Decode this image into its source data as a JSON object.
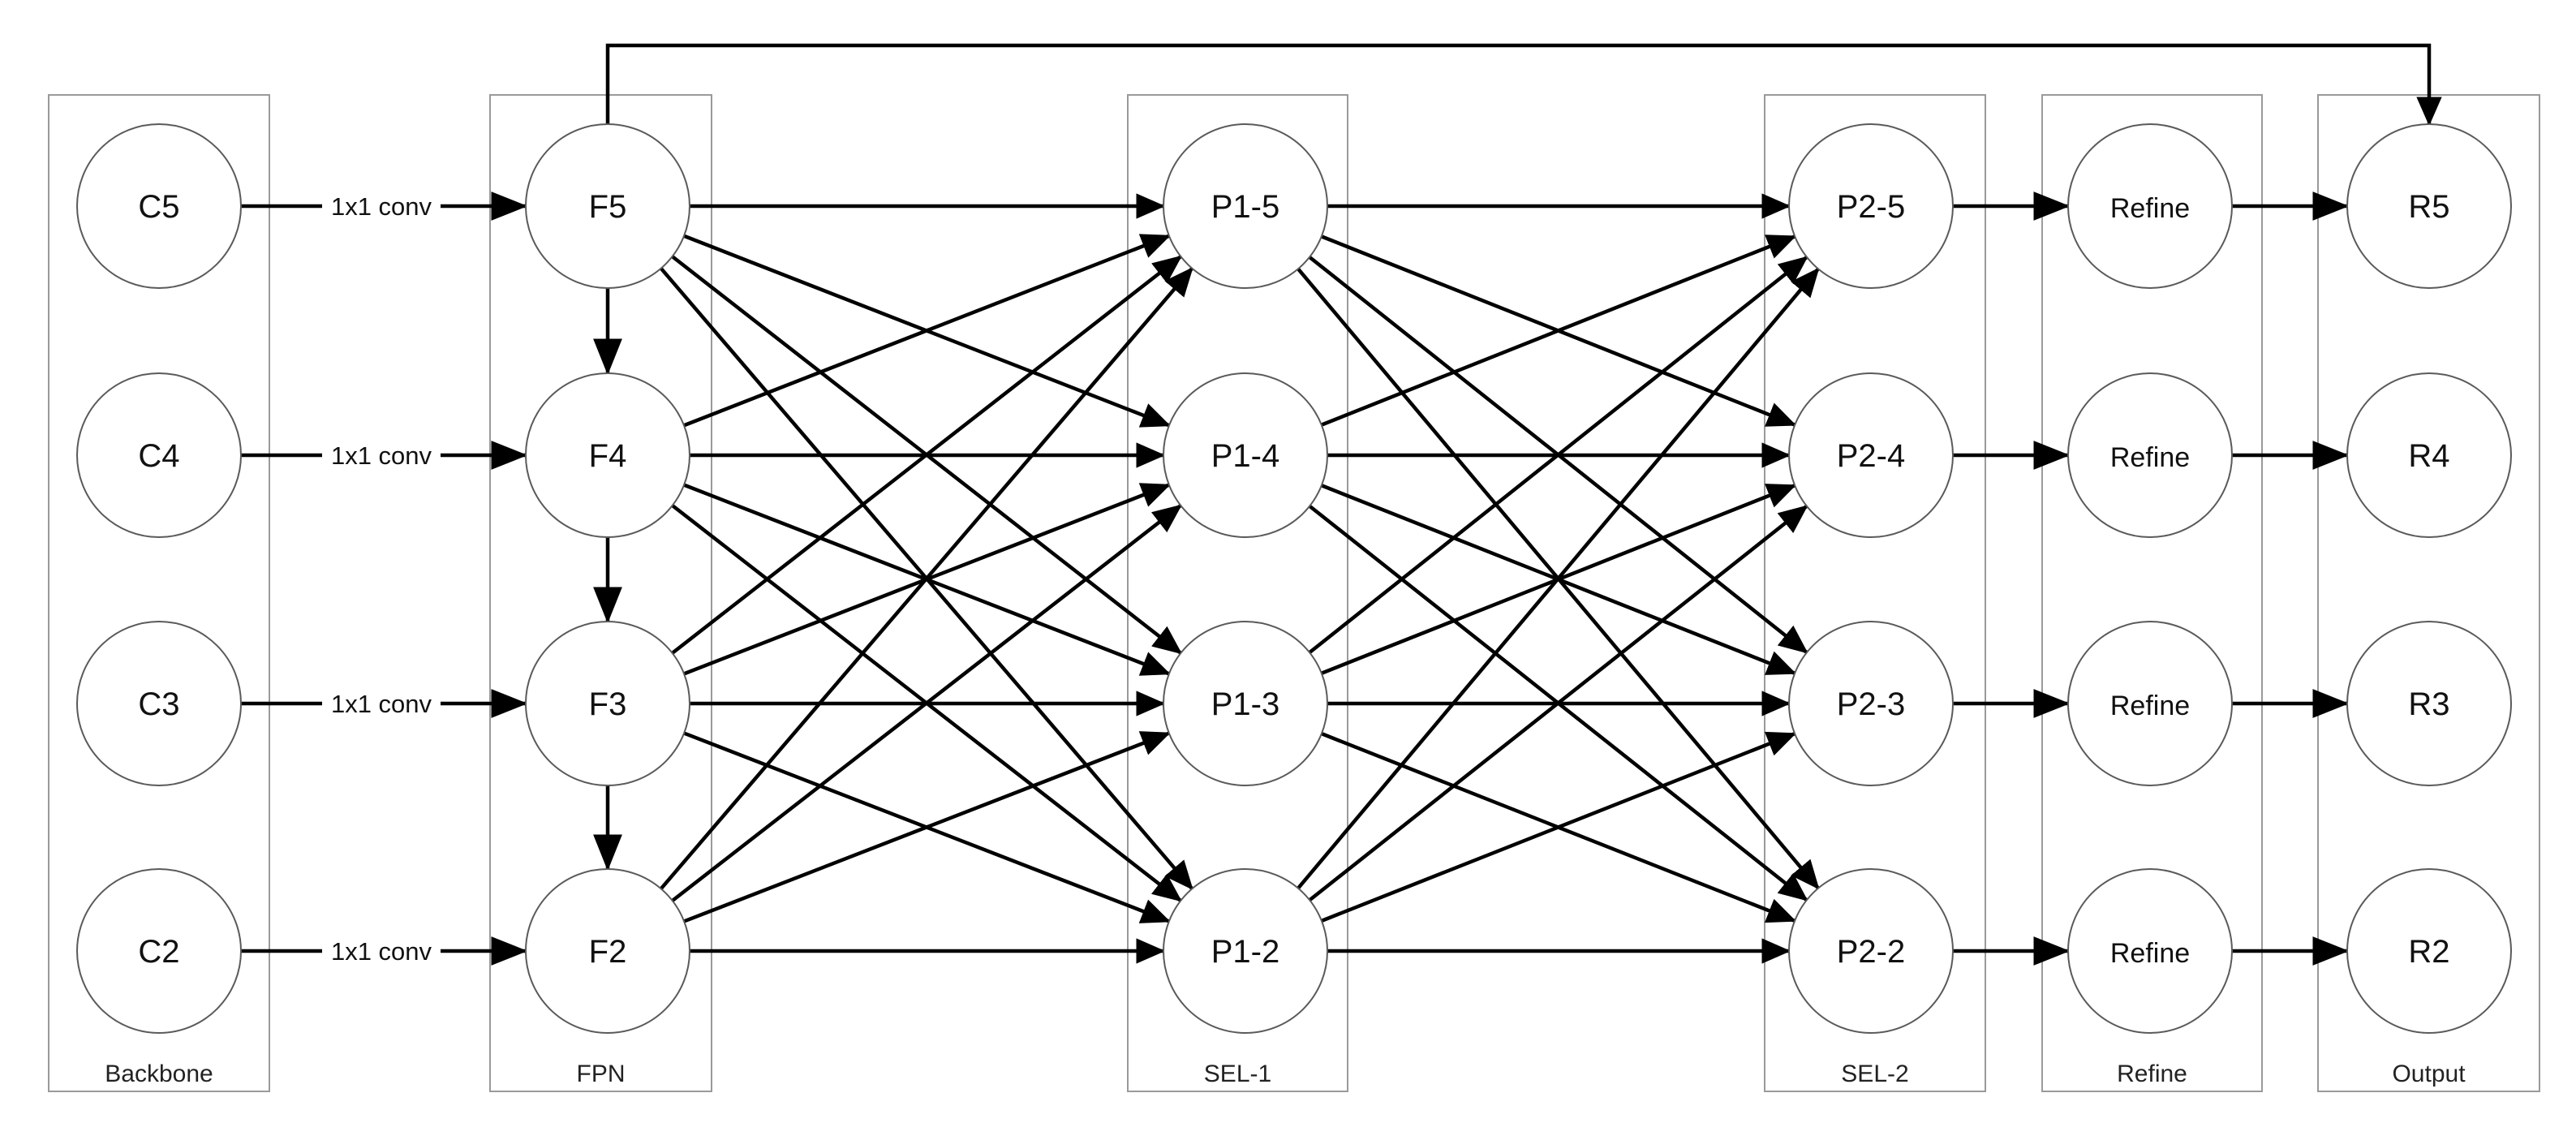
{
  "panels": [
    {
      "id": "backbone",
      "label": "Backbone"
    },
    {
      "id": "fpn",
      "label": "FPN"
    },
    {
      "id": "sel1",
      "label": "SEL-1"
    },
    {
      "id": "sel2",
      "label": "SEL-2"
    },
    {
      "id": "refine",
      "label": "Refine"
    },
    {
      "id": "output",
      "label": "Output"
    }
  ],
  "nodes": {
    "backbone": [
      "C5",
      "C4",
      "C3",
      "C2"
    ],
    "fpn": [
      "F5",
      "F4",
      "F3",
      "F2"
    ],
    "sel1": [
      "P1-5",
      "P1-4",
      "P1-3",
      "P1-2"
    ],
    "sel2": [
      "P2-5",
      "P2-4",
      "P2-3",
      "P2-2"
    ],
    "refine": [
      "Refine",
      "Refine",
      "Refine",
      "Refine"
    ],
    "output": [
      "R5",
      "R4",
      "R3",
      "R2"
    ]
  },
  "highlighted_node": "C2",
  "edge_label": "1x1 conv",
  "colors": {
    "node_shadow": "#b9cde6",
    "highlight_gradient_start": "#ffffff",
    "highlight_gradient_end": "#dde6f3",
    "edge": "#000000"
  }
}
